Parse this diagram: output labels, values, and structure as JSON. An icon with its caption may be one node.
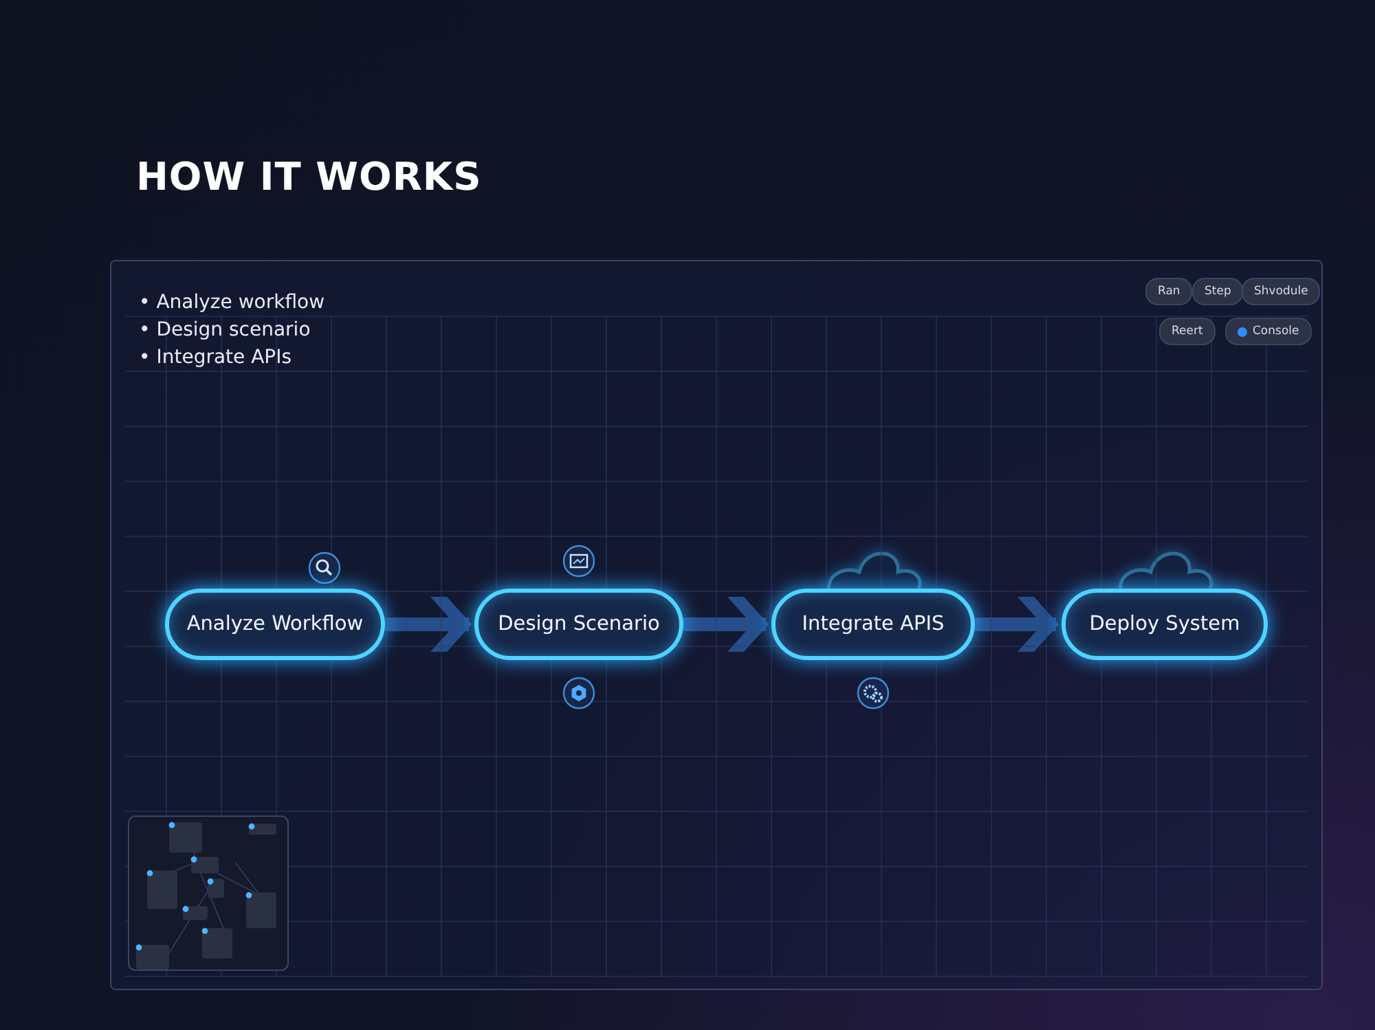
{
  "diagram": {
    "title": "HOW IT WORKS",
    "nodes": [
      {
        "text": [
          "Analyze Workflow"
        ]
      },
      {
        "text": [
          "Design Scenario"
        ]
      },
      {
        "text": [
          "Integrate APIS"
        ]
      },
      {
        "text": [
          "Deploy System"
        ]
      }
    ],
    "edges": [
      {
        "from": 0,
        "to": 1,
        "arrow": "to"
      },
      {
        "from": 1,
        "to": 2,
        "arrow": "to"
      },
      {
        "from": 2,
        "to": 3,
        "arrow": "to"
      }
    ],
    "labels": [
      "• Analyze workflow",
      "• Design scenario",
      "• Integrate APIs",
      "Ran",
      "Step",
      "Shvodule",
      "Reert",
      "Console"
    ]
  }
}
